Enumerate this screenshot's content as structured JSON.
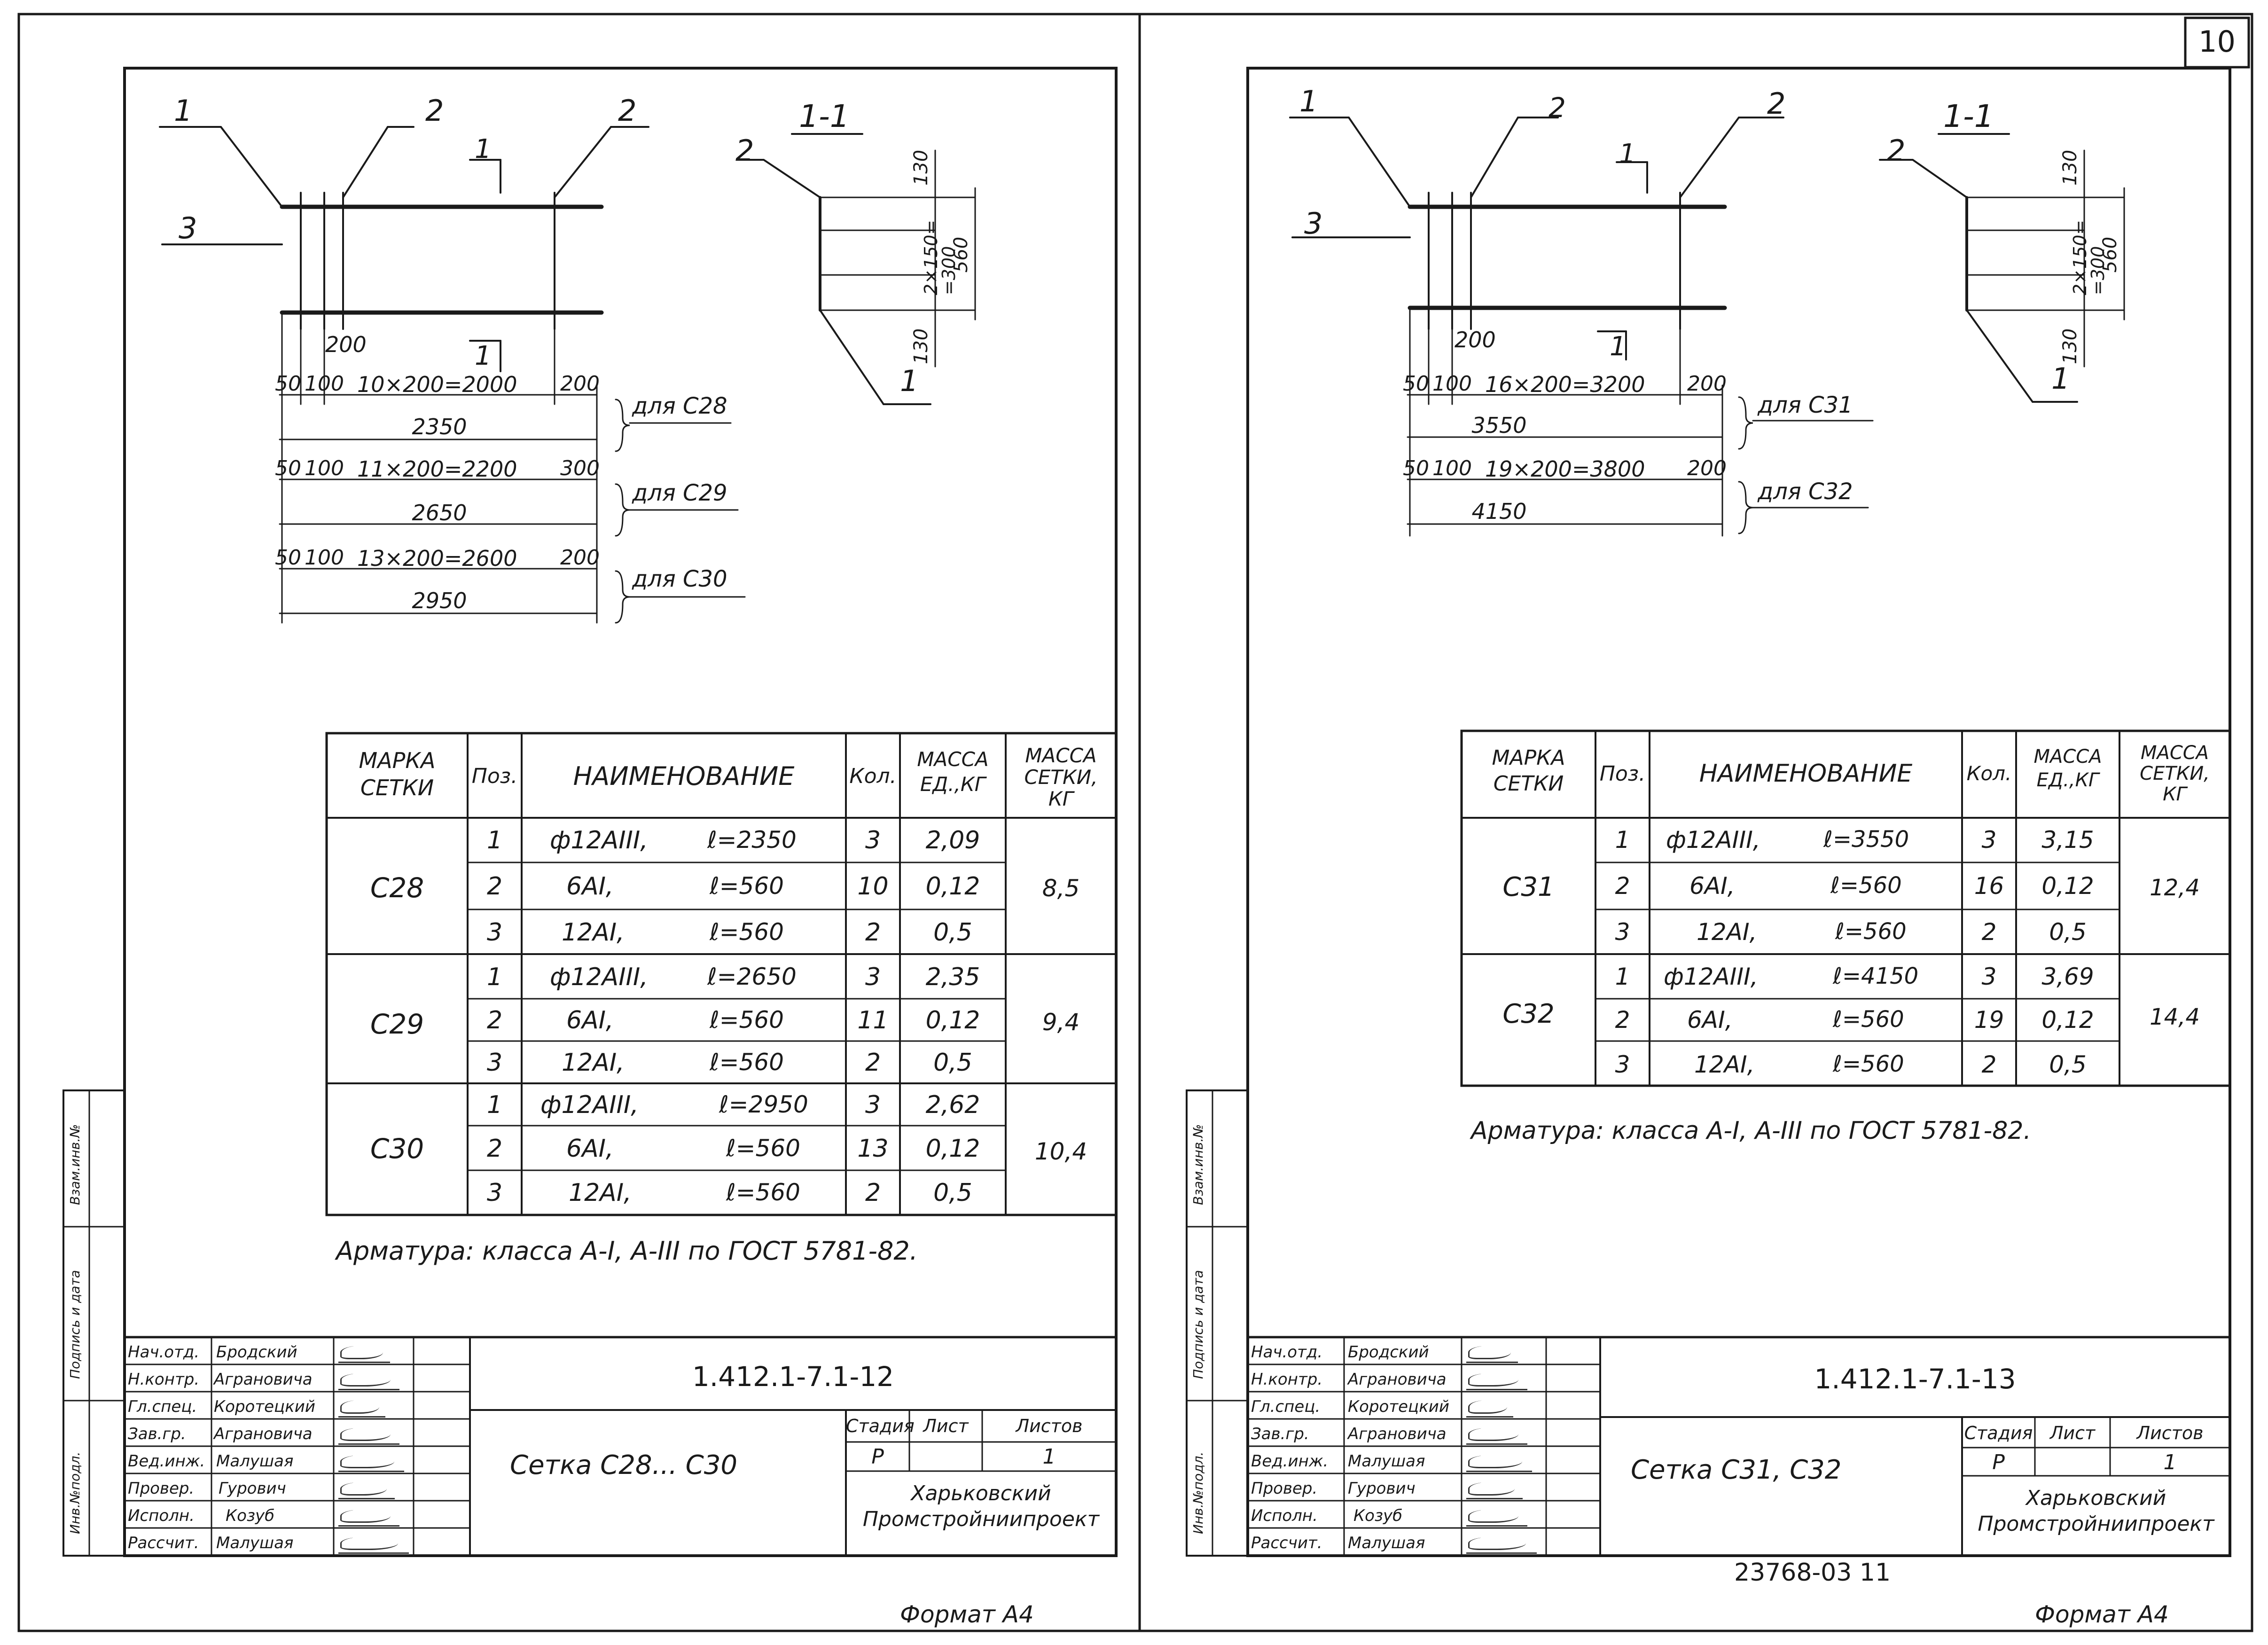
{
  "page_number": "10",
  "left": {
    "labels": {
      "l1": "1",
      "l2a": "2",
      "l2b": "2",
      "l3": "3",
      "l1cut": "1",
      "l1cut2": "1",
      "sec": "1-1",
      "s2": "2",
      "s1": "1"
    },
    "section_dims": {
      "top": "130",
      "mid": "2×150=\n=300",
      "total": "560",
      "bot": "130"
    },
    "dims": {
      "d200": "200",
      "rows": [
        {
          "a": "50",
          "b": "100",
          "mid": "10×200=2000",
          "end": "200",
          "total": "2350",
          "for": "для С28"
        },
        {
          "a": "50",
          "b": "100",
          "mid": "11×200=2200",
          "end": "300",
          "total": "2650",
          "for": "для С29"
        },
        {
          "a": "50",
          "b": "100",
          "mid": "13×200=2600",
          "end": "200",
          "total": "2950",
          "for": "для С30"
        }
      ]
    },
    "table": {
      "h_mark": "МАРКА\nСЕТКИ",
      "h_pos": "Поз.",
      "h_name": "НАИМЕНОВАНИЕ",
      "h_qty": "Кол.",
      "h_mass": "МАССА\nЕД.,КГ",
      "h_mass2": "МАССА\nСЕТКИ,\nКГ",
      "groups": [
        {
          "mark": "С28",
          "mass": "8,5",
          "rows": [
            {
              "pos": "1",
              "name": "ф12АIII,",
              "len": "ℓ=2350",
              "qty": "3",
              "m": "2,09"
            },
            {
              "pos": "2",
              "name": "6АI,",
              "len": "ℓ=560",
              "qty": "10",
              "m": "0,12"
            },
            {
              "pos": "3",
              "name": "12АI,",
              "len": "ℓ=560",
              "qty": "2",
              "m": "0,5"
            }
          ]
        },
        {
          "mark": "С29",
          "mass": "9,4",
          "rows": [
            {
              "pos": "1",
              "name": "ф12АIII,",
              "len": "ℓ=2650",
              "qty": "3",
              "m": "2,35"
            },
            {
              "pos": "2",
              "name": "6АI,",
              "len": "ℓ=560",
              "qty": "11",
              "m": "0,12"
            },
            {
              "pos": "3",
              "name": "12АI,",
              "len": "ℓ=560",
              "qty": "2",
              "m": "0,5"
            }
          ]
        },
        {
          "mark": "С30",
          "mass": "10,4",
          "rows": [
            {
              "pos": "1",
              "name": "ф12АIII,",
              "len": "ℓ=2950",
              "qty": "3",
              "m": "2,62"
            },
            {
              "pos": "2",
              "name": "6АI,",
              "len": "ℓ=560",
              "qty": "13",
              "m": "0,12"
            },
            {
              "pos": "3",
              "name": "12АI,",
              "len": "ℓ=560",
              "qty": "2",
              "m": "0,5"
            }
          ]
        }
      ]
    },
    "note": "Арматура: класса А-I, А-III по ГОСТ 5781-82.",
    "stamp": {
      "code": "1.412.1-7.1-12",
      "title": "Сетка   С28...  С30",
      "stage_h": "Стадия",
      "sheet_h": "Лист",
      "sheets_h": "Листов",
      "stage": "Р",
      "sheets": "1",
      "org": "Харьковский\nПромстройниипроект",
      "roles": [
        {
          "role": "Нач.отд.",
          "name": "Бродский"
        },
        {
          "role": "Н.контр.",
          "name": "Аграновича"
        },
        {
          "role": "Гл.спец.",
          "name": "Коротецкий"
        },
        {
          "role": "Зав.гр.",
          "name": "Аграновича"
        },
        {
          "role": "Вед.инж.",
          "name": "Малушая"
        },
        {
          "role": "Провер.",
          "name": "Гурович"
        },
        {
          "role": "Исполн.",
          "name": "Козуб"
        },
        {
          "role": "Рассчит.",
          "name": "Малушая"
        }
      ]
    },
    "side": {
      "v1": "Взам.инв.№",
      "v2": "Подпись и дата",
      "v3": "Инв.№подл."
    },
    "format": "Формат А4"
  },
  "right": {
    "labels": {
      "l1": "1",
      "l2a": "2",
      "l2b": "2",
      "l3": "3",
      "l1cut": "1",
      "l1cut2": "1",
      "sec": "1-1",
      "s2": "2",
      "s1": "1"
    },
    "section_dims": {
      "top": "130",
      "mid": "2×150=\n=300",
      "total": "560",
      "bot": "130"
    },
    "dims": {
      "d200": "200",
      "rows": [
        {
          "a": "50",
          "b": "100",
          "mid": "16×200=3200",
          "end": "200",
          "total": "3550",
          "for": "для С31"
        },
        {
          "a": "50",
          "b": "100",
          "mid": "19×200=3800",
          "end": "200",
          "total": "4150",
          "for": "для С32"
        }
      ]
    },
    "table": {
      "h_mark": "МАРКА\nСЕТКИ",
      "h_pos": "Поз.",
      "h_name": "НАИМЕНОВАНИЕ",
      "h_qty": "Кол.",
      "h_mass": "МАССА\nЕД.,КГ",
      "h_mass2": "МАССА\nСЕТКИ,\nКГ",
      "groups": [
        {
          "mark": "С31",
          "mass": "12,4",
          "rows": [
            {
              "pos": "1",
              "name": "ф12АIII,",
              "len": "ℓ=3550",
              "qty": "3",
              "m": "3,15"
            },
            {
              "pos": "2",
              "name": "6АI,",
              "len": "ℓ=560",
              "qty": "16",
              "m": "0,12"
            },
            {
              "pos": "3",
              "name": "12АI,",
              "len": "ℓ=560",
              "qty": "2",
              "m": "0,5"
            }
          ]
        },
        {
          "mark": "С32",
          "mass": "14,4",
          "rows": [
            {
              "pos": "1",
              "name": "ф12АIII,",
              "len": "ℓ=4150",
              "qty": "3",
              "m": "3,69"
            },
            {
              "pos": "2",
              "name": "6АI,",
              "len": "ℓ=560",
              "qty": "19",
              "m": "0,12"
            },
            {
              "pos": "3",
              "name": "12АI,",
              "len": "ℓ=560",
              "qty": "2",
              "m": "0,5"
            }
          ]
        }
      ]
    },
    "note": "Арматура: класса А-I, А-III по ГОСТ 5781-82.",
    "stamp": {
      "code": "1.412.1-7.1-13",
      "title": "Сетка   С31,  С32",
      "stage_h": "Стадия",
      "sheet_h": "Лист",
      "sheets_h": "Листов",
      "stage": "Р",
      "sheets": "1",
      "org": "Харьковский\nПромстройниипроект",
      "roles": [
        {
          "role": "Нач.отд.",
          "name": "Бродский"
        },
        {
          "role": "Н.контр.",
          "name": "Аграновича"
        },
        {
          "role": "Гл.спец.",
          "name": "Коротецкий"
        },
        {
          "role": "Зав.гр.",
          "name": "Аграновича"
        },
        {
          "role": "Вед.инж.",
          "name": "Малушая"
        },
        {
          "role": "Провер.",
          "name": "Гурович"
        },
        {
          "role": "Исполн.",
          "name": "Козуб"
        },
        {
          "role": "Рассчит.",
          "name": "Малушая"
        }
      ]
    },
    "side": {
      "v1": "Взам.инв.№",
      "v2": "Подпись и дата",
      "v3": "Инв.№подл."
    },
    "archive": "23768-03   11",
    "format": "Формат А4"
  }
}
